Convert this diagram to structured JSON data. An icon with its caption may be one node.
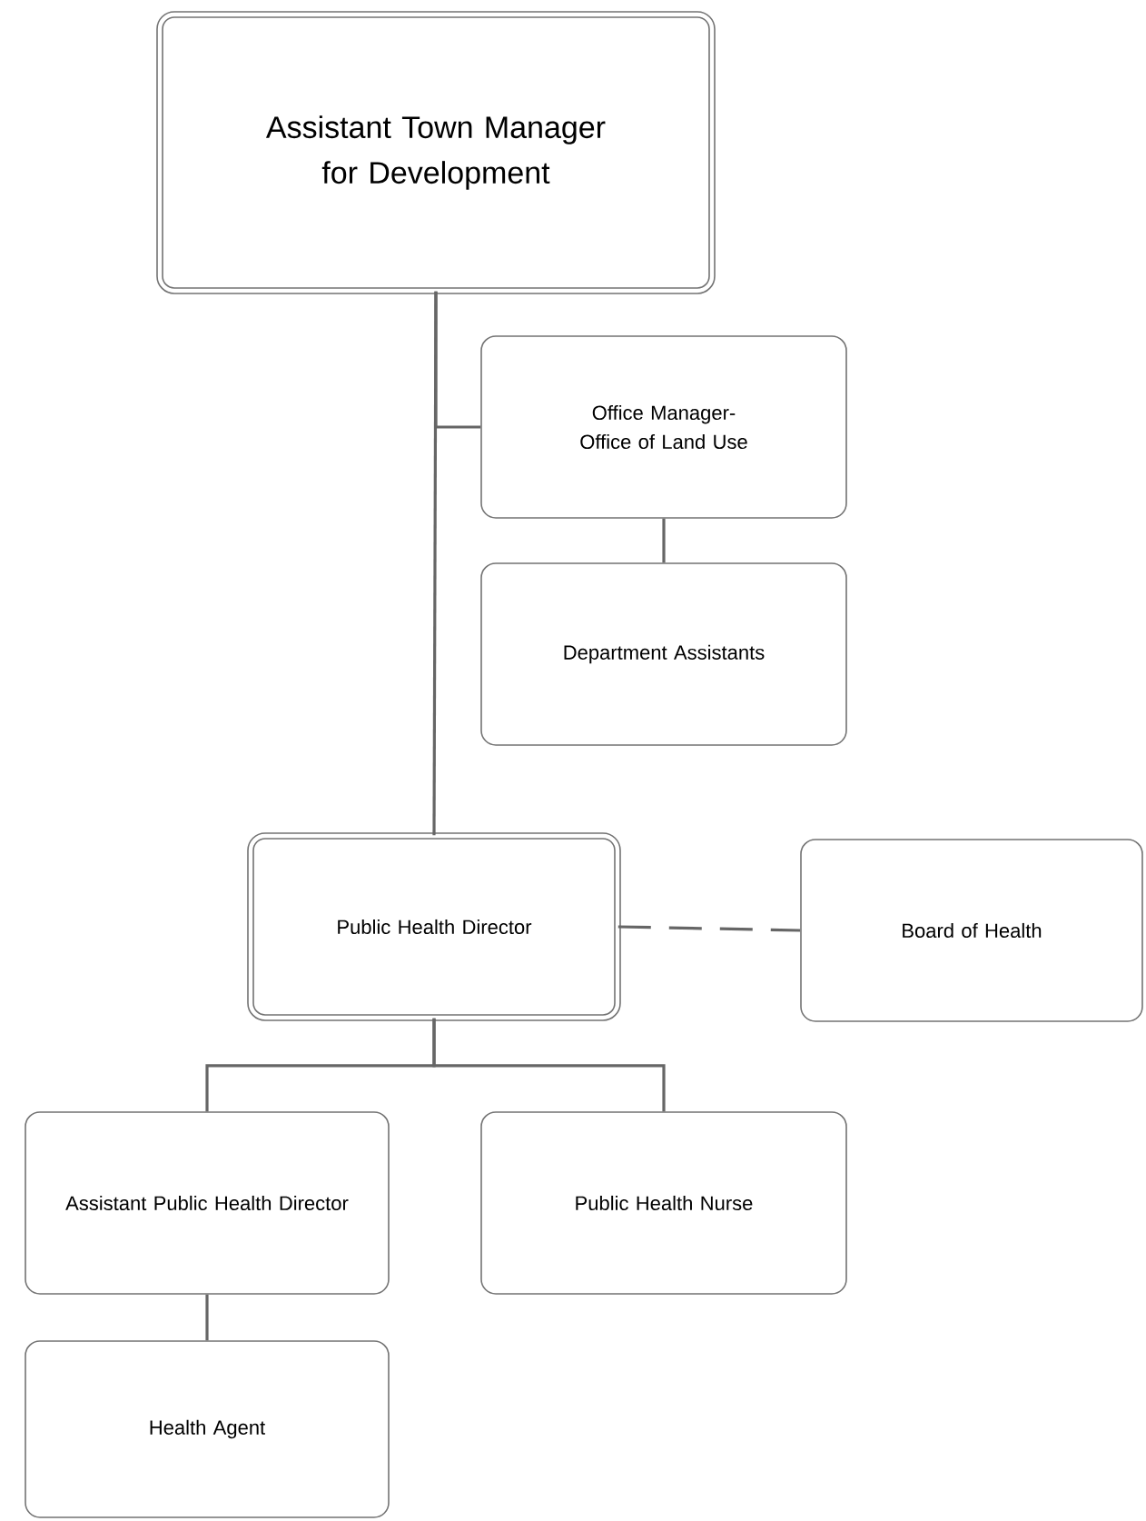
{
  "diagram": {
    "nodes": [
      {
        "text": [
          "Assistant Town Manager for Development"
        ]
      },
      {
        "text": [
          "Office Manager- Office of Land Use"
        ]
      },
      {
        "text": [
          "Department Assistants"
        ]
      },
      {
        "text": [
          "Public Health Director"
        ]
      },
      {
        "text": [
          "Board of Health"
        ]
      },
      {
        "text": [
          "Assistant Public Health Director"
        ]
      },
      {
        "text": [
          "Public Health Nurse"
        ]
      },
      {
        "text": [
          "Health Agent"
        ]
      }
    ],
    "edges": [
      {
        "from": 0,
        "to": 3,
        "arrow": "none"
      },
      {
        "from": 0,
        "to": 1,
        "arrow": "none"
      },
      {
        "from": 1,
        "to": 2,
        "arrow": "none"
      },
      {
        "from": 3,
        "to": 4,
        "arrow": "none",
        "style": "dashed"
      },
      {
        "from": 3,
        "to": 5,
        "arrow": "none"
      },
      {
        "from": 3,
        "to": 6,
        "arrow": "none"
      },
      {
        "from": 5,
        "to": 7,
        "arrow": "none"
      }
    ]
  }
}
